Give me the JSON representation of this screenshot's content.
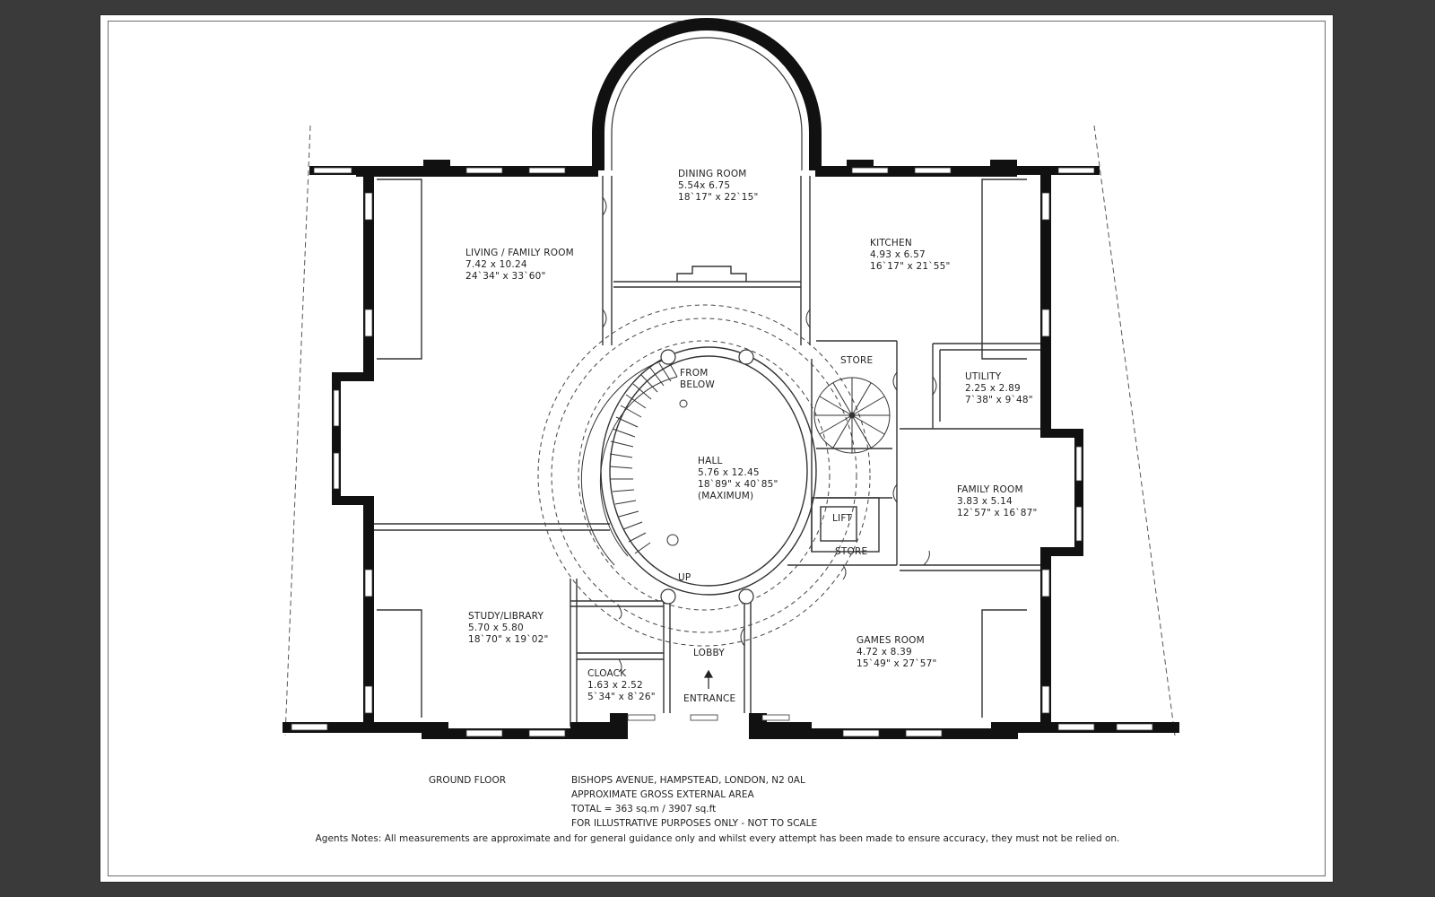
{
  "rooms": {
    "dining": {
      "name": "DINING ROOM",
      "metric": "5.54x 6.75",
      "imperial": "18`17\" x 22`15\""
    },
    "living": {
      "name": "LIVING / FAMILY ROOM",
      "metric": "7.42 x 10.24",
      "imperial": "24`34\" x 33`60\""
    },
    "kitchen": {
      "name": "KITCHEN",
      "metric": "4.93 x 6.57",
      "imperial": "16`17\" x 21`55\""
    },
    "utility": {
      "name": "UTILITY",
      "metric": "2.25 x 2.89",
      "imperial": "7`38\" x 9`48\""
    },
    "hall": {
      "name": "HALL",
      "metric": "5.76 x 12.45",
      "imperial": "18`89\" x 40`85\"",
      "note": "(MAXIMUM)"
    },
    "family": {
      "name": "FAMILY ROOM",
      "metric": "3.83 x 5.14",
      "imperial": "12`57\" x 16`87\""
    },
    "study": {
      "name": "STUDY/LIBRARY",
      "metric": "5.70 x 5.80",
      "imperial": "18`70\" x 19`02\""
    },
    "games": {
      "name": "GAMES ROOM",
      "metric": "4.72 x 8.39",
      "imperial": "15`49\" x 27`57\""
    },
    "cloack": {
      "name": "CLOACK",
      "metric": "1.63 x 2.52",
      "imperial": "5`34\" x 8`26\""
    }
  },
  "labels": {
    "store_top": "STORE",
    "store_bottom": "STORE",
    "lift": "LIFT",
    "lobby": "LOBBY",
    "entrance": "ENTRANCE",
    "from_below_1": "FROM",
    "from_below_2": "BELOW",
    "up": "UP"
  },
  "footer": {
    "floor": "GROUND FLOOR",
    "address": "BISHOPS AVENUE, HAMPSTEAD, LONDON, N2 0AL",
    "area_title": "APPROXIMATE GROSS EXTERNAL AREA",
    "total": "TOTAL = 363 sq.m / 3907 sq.ft",
    "disclaimer": "FOR ILLUSTRATIVE PURPOSES ONLY - NOT TO SCALE",
    "agents_notes": "Agents Notes: All measurements are approximate and for general guidance only and whilst every attempt has been made to ensure accuracy, they must not be relied on."
  },
  "colors": {
    "wall": "#111111",
    "line": "#333333",
    "background": "#3a3a3a",
    "paper": "#ffffff"
  }
}
